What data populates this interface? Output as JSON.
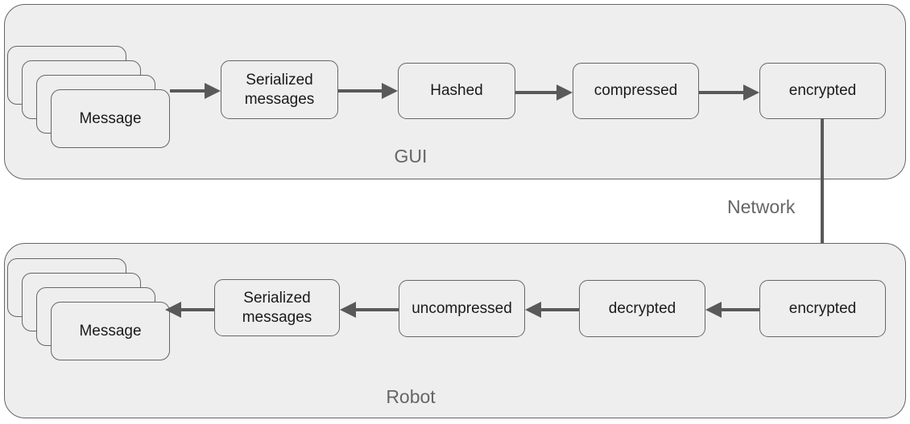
{
  "diagram": {
    "title": "Message serialization pipeline between GUI and Robot",
    "colors": {
      "group_fill": "#eeeeee",
      "group_stroke": "#666666",
      "node_fill": "#eeeeee",
      "node_stroke": "#666666",
      "arrow": "#595959",
      "label_text": "#666666",
      "node_text": "#1a1a1a",
      "page_background": "#ffffff"
    },
    "groups": [
      {
        "id": "gui",
        "label": "GUI"
      },
      {
        "id": "robot",
        "label": "Robot"
      }
    ],
    "connector_labels": [
      {
        "id": "network",
        "label": "Network"
      }
    ],
    "gui_flow": {
      "stack_label": "Message",
      "stack_count": 4,
      "nodes": [
        {
          "id": "gui-serialized",
          "label": "Serialized\nmessages"
        },
        {
          "id": "gui-hashed",
          "label": "Hashed"
        },
        {
          "id": "gui-compressed",
          "label": "compressed"
        },
        {
          "id": "gui-encrypted",
          "label": "encrypted"
        }
      ]
    },
    "robot_flow": {
      "stack_label": "Message",
      "stack_count": 4,
      "nodes": [
        {
          "id": "robot-serialized",
          "label": "Serialized\nmessages"
        },
        {
          "id": "robot-uncompressed",
          "label": "uncompressed"
        },
        {
          "id": "robot-decrypted",
          "label": "decrypted"
        },
        {
          "id": "robot-encrypted",
          "label": "encrypted"
        }
      ]
    }
  }
}
